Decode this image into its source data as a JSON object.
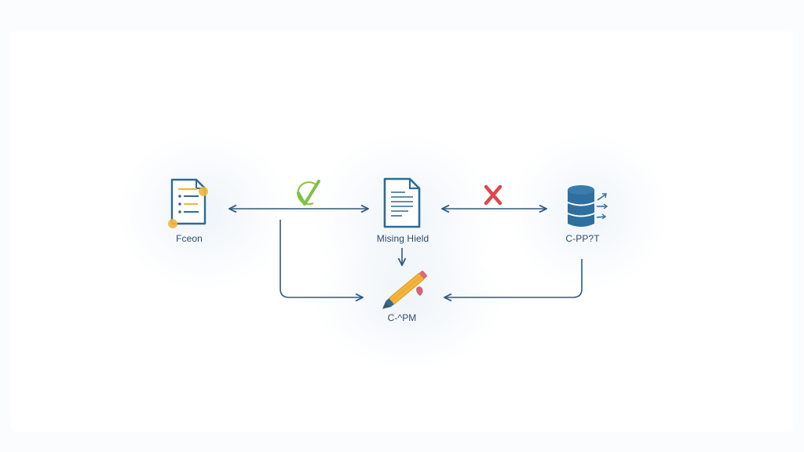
{
  "diagram": {
    "colors": {
      "line": "#2f5a80",
      "doc_stroke": "#2f6a94",
      "accent_yellow": "#f2b63a",
      "check_green": "#7cc242",
      "cross_red": "#e0474c",
      "db_blue": "#2f6f9f"
    },
    "nodes": [
      {
        "id": "source",
        "label": "Fceon",
        "icon": "checklist-document-icon"
      },
      {
        "id": "missing",
        "label": "Mising Hield",
        "icon": "document-icon"
      },
      {
        "id": "db",
        "label": "C-PP?T",
        "icon": "database-icon"
      },
      {
        "id": "edit",
        "label": "C-^PM",
        "icon": "pencil-icon"
      }
    ],
    "edges": [
      {
        "from": "source",
        "to": "missing",
        "type": "bidirectional",
        "status_icon": "check-icon"
      },
      {
        "from": "missing",
        "to": "db",
        "type": "bidirectional",
        "status_icon": "cross-icon"
      },
      {
        "from": "missing",
        "to": "edit",
        "type": "arrow-down"
      },
      {
        "from": "source",
        "to": "edit",
        "type": "elbow-arrow"
      },
      {
        "from": "db",
        "to": "edit",
        "type": "elbow-arrow"
      }
    ]
  }
}
